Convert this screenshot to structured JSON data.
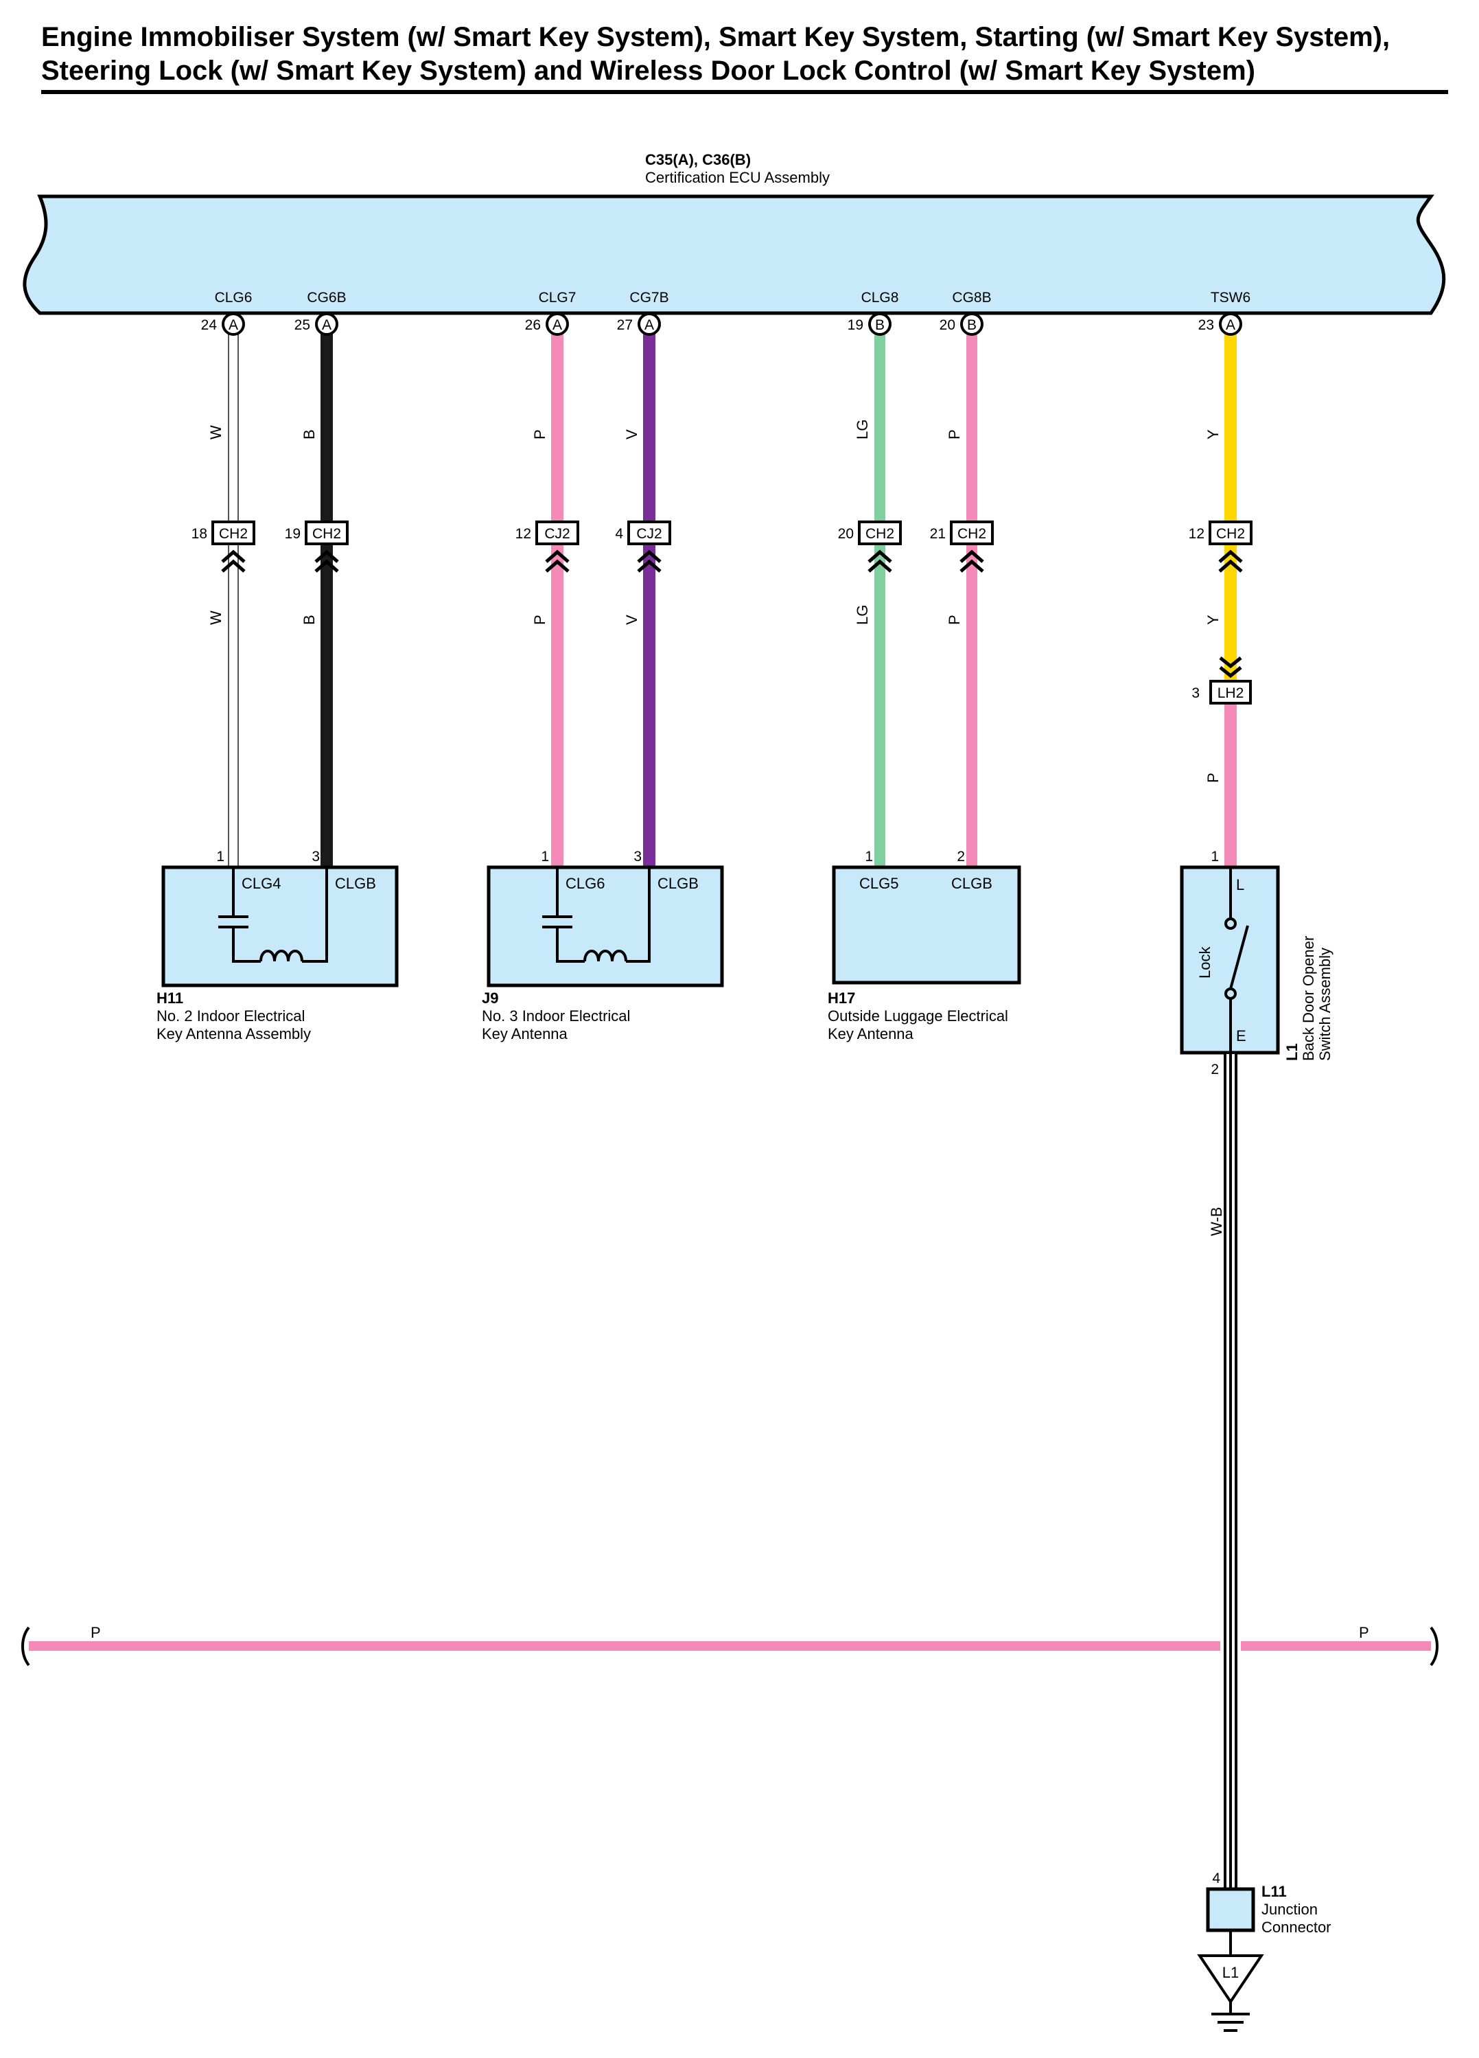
{
  "title": {
    "line1": "Engine Immobiliser System (w/ Smart Key System), Smart Key System, Starting (w/ Smart Key System),",
    "line2": "Steering Lock (w/ Smart Key System) and Wireless Door Lock Control (w/ Smart Key System)"
  },
  "ecu": {
    "code": "C35(A), C36(B)",
    "name": "Certification ECU Assembly",
    "terminals": [
      {
        "name": "CLG6",
        "pin": "24",
        "conn": "A"
      },
      {
        "name": "CG6B",
        "pin": "25",
        "conn": "A"
      },
      {
        "name": "CLG7",
        "pin": "26",
        "conn": "A"
      },
      {
        "name": "CG7B",
        "pin": "27",
        "conn": "A"
      },
      {
        "name": "CLG8",
        "pin": "19",
        "conn": "B"
      },
      {
        "name": "CG8B",
        "pin": "20",
        "conn": "B"
      },
      {
        "name": "TSW6",
        "pin": "23",
        "conn": "A"
      }
    ]
  },
  "wires": [
    {
      "color": "W",
      "hex": "#ffffff",
      "upper": "W",
      "lower": "W",
      "junction": {
        "pin": "18",
        "name": "CH2"
      }
    },
    {
      "color": "B",
      "hex": "#1a1a1a",
      "upper": "B",
      "lower": "B",
      "junction": {
        "pin": "19",
        "name": "CH2"
      }
    },
    {
      "color": "P",
      "hex": "#f48ab8",
      "upper": "P",
      "lower": "P",
      "junction": {
        "pin": "12",
        "name": "CJ2"
      }
    },
    {
      "color": "V",
      "hex": "#7a2e97",
      "upper": "V",
      "lower": "V",
      "junction": {
        "pin": "4",
        "name": "CJ2"
      }
    },
    {
      "color": "LG",
      "hex": "#7fcf9f",
      "upper": "LG",
      "lower": "LG",
      "junction": {
        "pin": "20",
        "name": "CH2"
      }
    },
    {
      "color": "P",
      "hex": "#f48ab8",
      "upper": "P",
      "lower": "P",
      "junction": {
        "pin": "21",
        "name": "CH2"
      }
    },
    {
      "color": "Y",
      "hex": "#ffd700",
      "upper": "Y",
      "lower": "Y",
      "junction": {
        "pin": "12",
        "name": "CH2"
      }
    }
  ],
  "lh2": {
    "pin": "3",
    "name": "LH2",
    "wire_after": "P"
  },
  "components": {
    "h11": {
      "code": "H11",
      "name_line1": "No.  2 Indoor Electrical",
      "name_line2": "Key Antenna Assembly",
      "pin_left": "1",
      "pin_right": "3",
      "term_left": "CLG4",
      "term_right": "CLGB"
    },
    "j9": {
      "code": "J9",
      "name_line1": "No.  3 Indoor Electrical",
      "name_line2": "Key Antenna",
      "pin_left": "1",
      "pin_right": "3",
      "term_left": "CLG6",
      "term_right": "CLGB"
    },
    "h17": {
      "code": "H17",
      "name_line1": "Outside Luggage Electrical",
      "name_line2": "Key Antenna",
      "pin_left": "1",
      "pin_right": "2",
      "term_left": "CLG5",
      "term_right": "CLGB"
    },
    "l1": {
      "code": "L1",
      "name_line1": "Back Door Opener",
      "name_line2": "Switch Assembly",
      "pin_top": "1",
      "pin_bottom": "2",
      "term_top": "L",
      "term_bottom": "E",
      "switch_label": "Lock",
      "wire_below": "W-B"
    },
    "l11": {
      "code": "L11",
      "name_line1": "Junction",
      "name_line2": "Connector",
      "pin": "4",
      "ground": "L1"
    }
  },
  "bus": {
    "left_label": "P",
    "right_label": "P",
    "hex": "#f48ab8"
  }
}
